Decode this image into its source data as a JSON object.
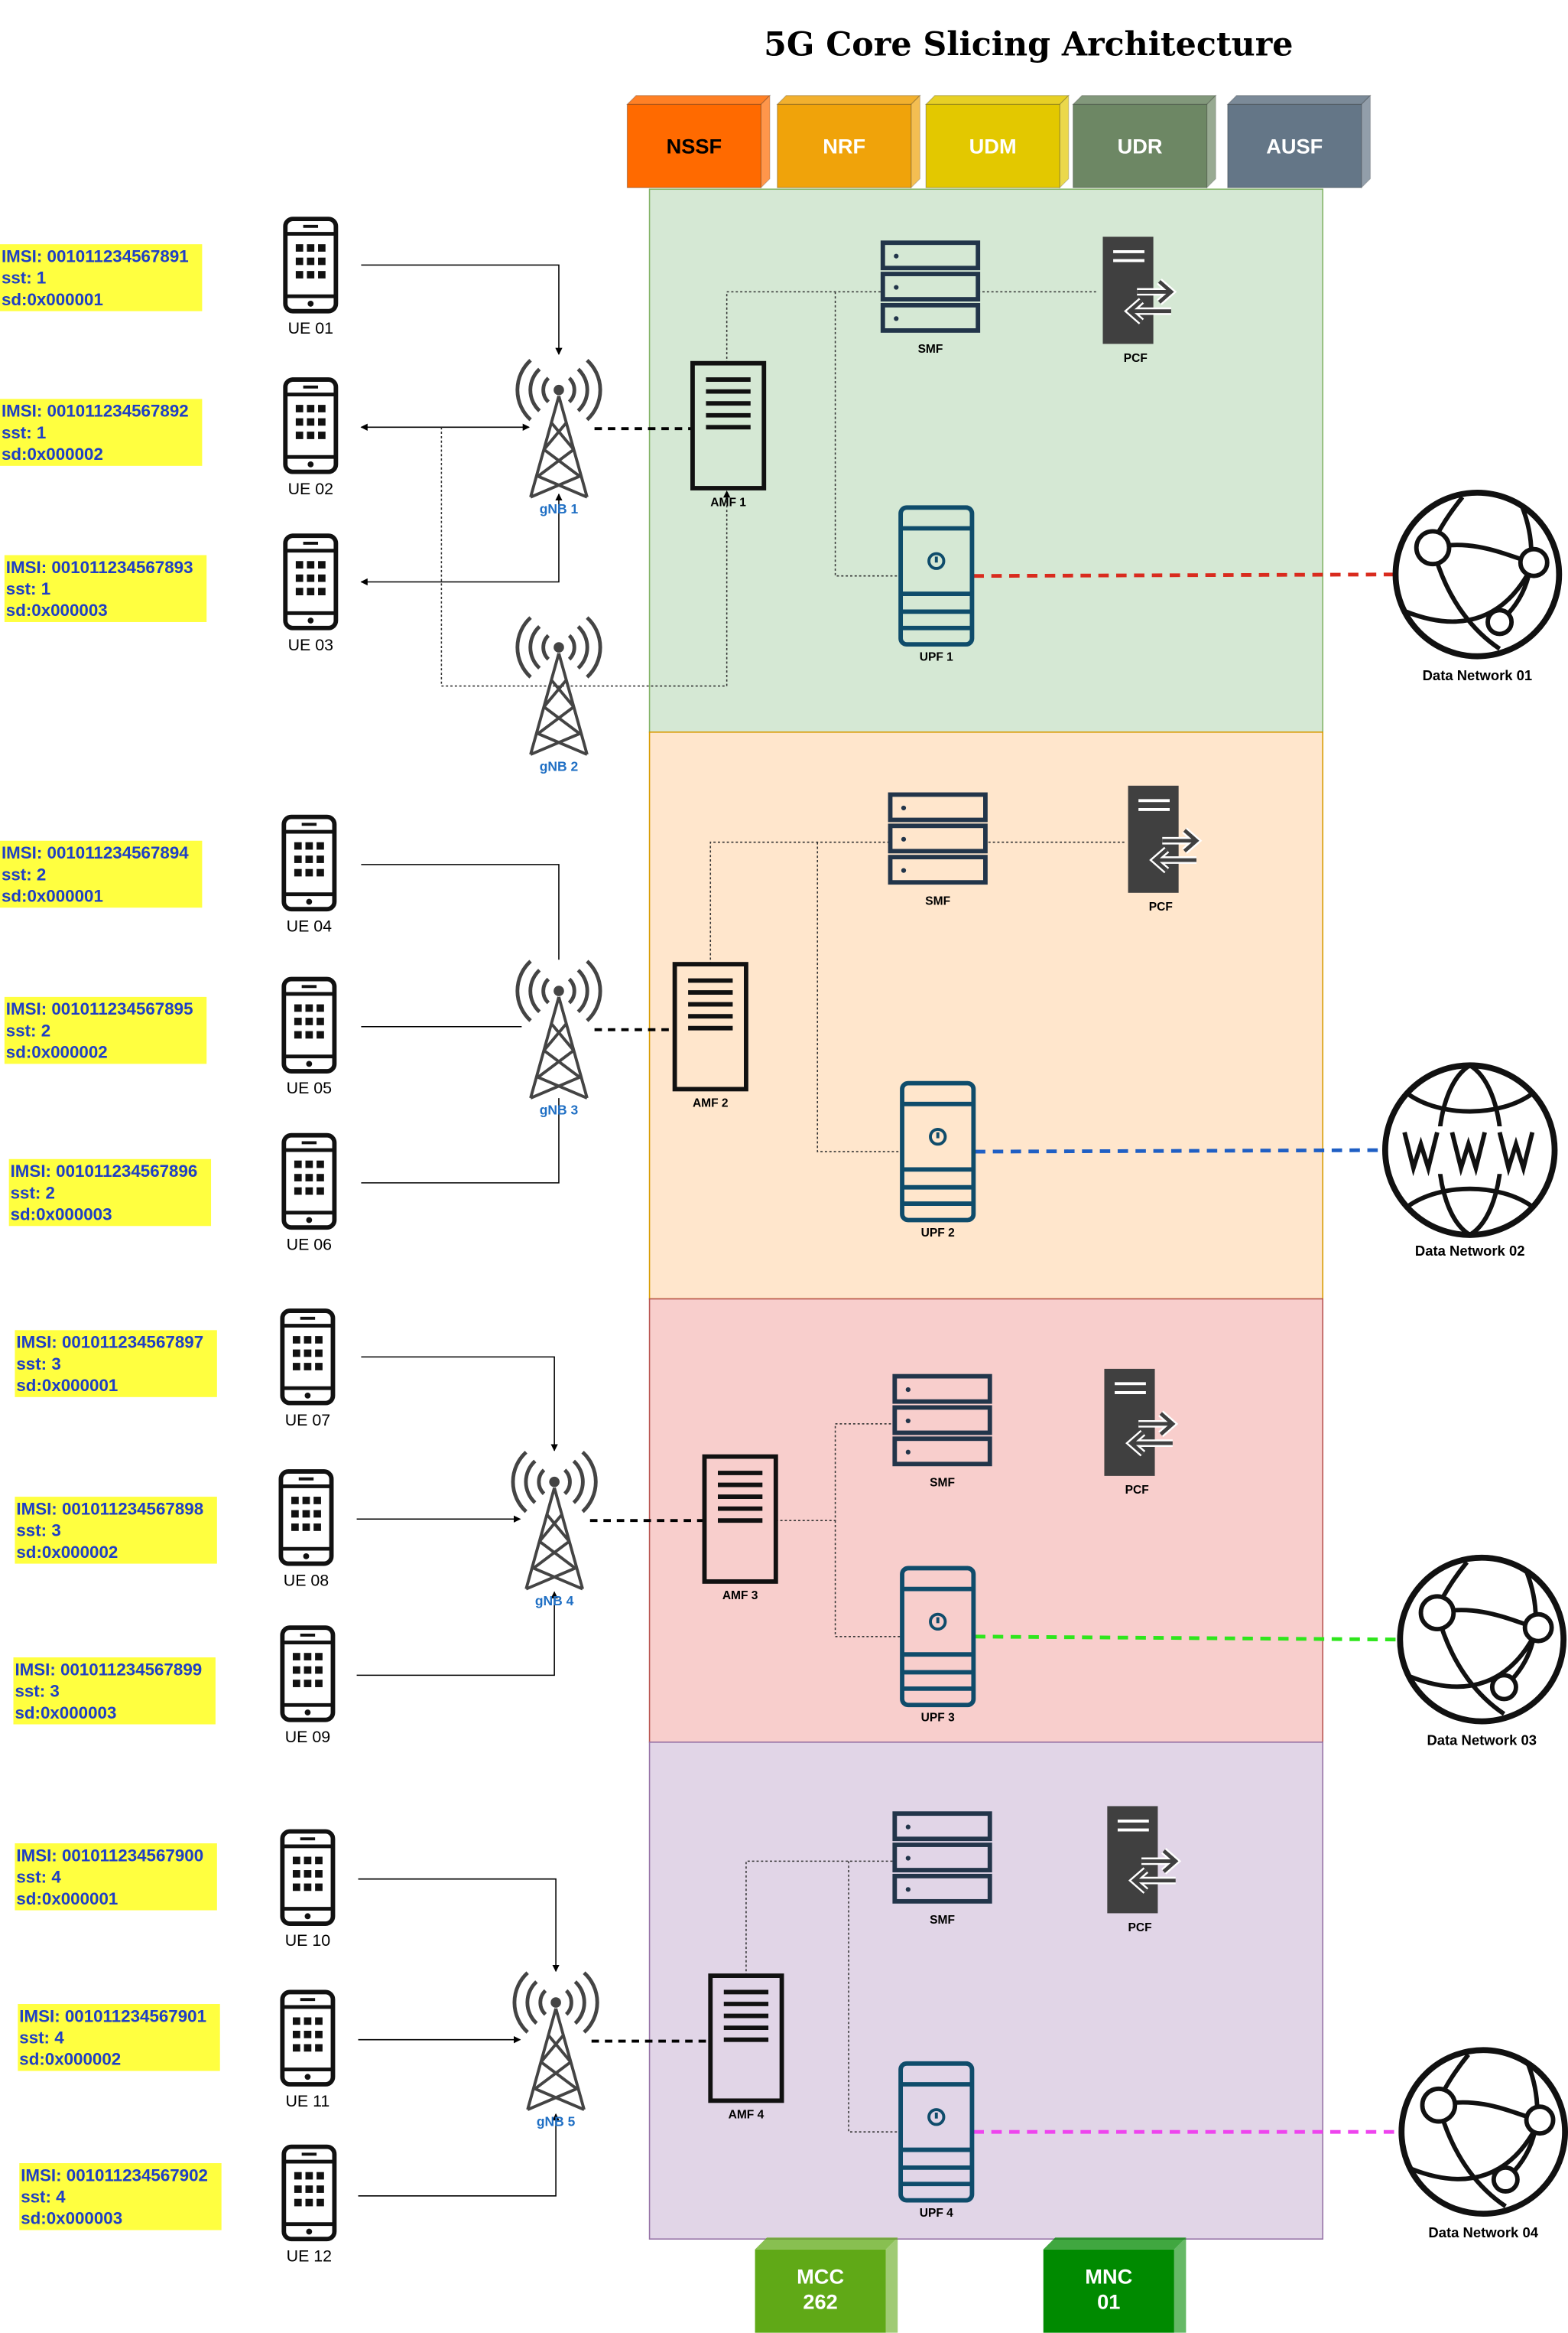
{
  "title": "5G Core Slicing Architecture",
  "network_functions": [
    {
      "name": "NSSF",
      "color": "#ff6a00"
    },
    {
      "name": "NRF",
      "color": "#f0a30a"
    },
    {
      "name": "UDM",
      "color": "#e3c800"
    },
    {
      "name": "UDR",
      "color": "#6d8764"
    },
    {
      "name": "AUSF",
      "color": "#647687"
    }
  ],
  "slices": [
    {
      "amf": "AMF 1",
      "smf": "SMF",
      "pcf": "PCF",
      "upf": "UPF 1",
      "data_network": "Data Network 01",
      "dn_icon": "globe-icon",
      "background": "#d5e8d4",
      "border": "#82b366",
      "link_color": "#d92b1e"
    },
    {
      "amf": "AMF 2",
      "smf": "SMF",
      "pcf": "PCF",
      "upf": "UPF 2",
      "data_network": "Data Network 02",
      "dn_icon": "www-icon",
      "background": "#ffe6cc",
      "border": "#d79b00",
      "link_color": "#1f5fc4"
    },
    {
      "amf": "AMF 3",
      "smf": "SMF",
      "pcf": "PCF",
      "upf": "UPF 3",
      "data_network": "Data Network 03",
      "dn_icon": "globe-icon",
      "background": "#f8cecc",
      "border": "#b85450",
      "link_color": "#2ee61c"
    },
    {
      "amf": "AMF 4",
      "smf": "SMF",
      "pcf": "PCF",
      "upf": "UPF 4",
      "data_network": "Data Network 04",
      "dn_icon": "globe-icon",
      "background": "#e1d5e7",
      "border": "#9673a6",
      "link_color": "#ee44ee"
    }
  ],
  "gnbs": [
    "gNB 1",
    "gNB 2",
    "gNB 3",
    "gNB 4",
    "gNB 5"
  ],
  "ues": [
    {
      "name": "UE 01",
      "imsi": "IMSI: 001011234567891",
      "sst": "sst: 1",
      "sd": "sd:0x000001"
    },
    {
      "name": "UE 02",
      "imsi": "IMSI: 001011234567892",
      "sst": "sst: 1",
      "sd": "sd:0x000002"
    },
    {
      "name": "UE 03",
      "imsi": "IMSI: 001011234567893",
      "sst": "sst: 1",
      "sd": "sd:0x000003"
    },
    {
      "name": "UE 04",
      "imsi": "IMSI: 001011234567894",
      "sst": "sst: 2",
      "sd": "sd:0x000001"
    },
    {
      "name": "UE 05",
      "imsi": "IMSI: 001011234567895",
      "sst": "sst: 2",
      "sd": "sd:0x000002"
    },
    {
      "name": "UE 06",
      "imsi": "IMSI: 001011234567896",
      "sst": "sst: 2",
      "sd": "sd:0x000003"
    },
    {
      "name": "UE 07",
      "imsi": "IMSI: 001011234567897",
      "sst": "sst: 3",
      "sd": "sd:0x000001"
    },
    {
      "name": "UE 08",
      "imsi": "IMSI: 001011234567898",
      "sst": "sst: 3",
      "sd": "sd:0x000002"
    },
    {
      "name": "UE 09",
      "imsi": "IMSI: 001011234567899",
      "sst": "sst: 3",
      "sd": "sd:0x000003"
    },
    {
      "name": "UE 10",
      "imsi": "IMSI: 001011234567900",
      "sst": "sst: 4",
      "sd": "sd:0x000001"
    },
    {
      "name": "UE 11",
      "imsi": "IMSI: 001011234567901",
      "sst": "sst: 4",
      "sd": "sd:0x000002"
    },
    {
      "name": "UE 12",
      "imsi": "IMSI: 001011234567902",
      "sst": "sst: 4",
      "sd": "sd:0x000003"
    }
  ],
  "plmn": [
    {
      "lines": [
        "MCC",
        "262"
      ],
      "color": "#60a917"
    },
    {
      "lines": [
        "MNC",
        "01"
      ],
      "color": "#008a00"
    }
  ],
  "colors": {
    "imsi_background": "#ffff40",
    "imsi_text": "#1f3fc4",
    "gnb_text": "#1f6fc4"
  }
}
